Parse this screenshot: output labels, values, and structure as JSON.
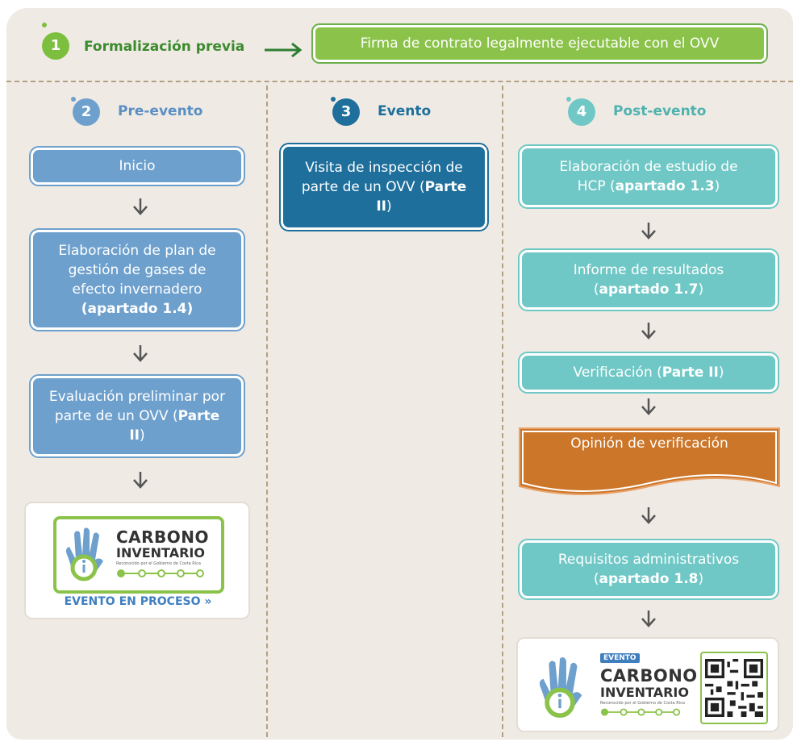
{
  "phase1": {
    "number": "1",
    "title": "Formalización previa",
    "box": "Firma de contrato legalmente ejecutable con el OVV"
  },
  "phase2": {
    "number": "2",
    "title": "Pre-evento",
    "inicio": "Inicio",
    "plan_text": "Elaboración de plan de gestión de gases de efecto invernadero",
    "plan_bold": "(apartado 1.4)",
    "eval_text": "Evaluación preliminar por parte de un OVV (",
    "eval_bold": "Parte II",
    "eval_close": ")"
  },
  "phase3": {
    "number": "3",
    "title": "Evento",
    "visita_text": "Visita de inspección de parte de un OVV (",
    "visita_bold": "Parte II",
    "visita_close": ")"
  },
  "phase4": {
    "number": "4",
    "title": "Post-evento",
    "estudio_text": "Elaboración de estudio de HCP (",
    "estudio_bold": "apartado 1.3",
    "estudio_close": ")",
    "informe_text": "Informe de resultados (",
    "informe_bold": "apartado 1.7",
    "informe_close": ")",
    "verif_text": "Verificación (",
    "verif_bold": "Parte II",
    "verif_close": ")",
    "opinion": "Opinión de verificación",
    "req_text": "Requisitos administrativos (",
    "req_bold": "apartado 1.8",
    "req_close": ")"
  },
  "logo_left": {
    "line1": "CARBONO",
    "line2": "INVENTARIO",
    "small": "Reconocido por el Gobierno de Costa Rica",
    "footer": "EVENTO EN PROCESO »"
  },
  "logo_right": {
    "tag": "EVENTO",
    "line1": "CARBONO",
    "line2": "INVENTARIO",
    "small": "Reconocido por el Gobierno de Costa Rica"
  },
  "colors": {
    "green": "#8bc34a",
    "blue": "#6ea0cd",
    "dark_blue": "#1e6f9c",
    "teal": "#6fc8c6",
    "orange": "#cc7629",
    "dash": "#b59f82"
  }
}
